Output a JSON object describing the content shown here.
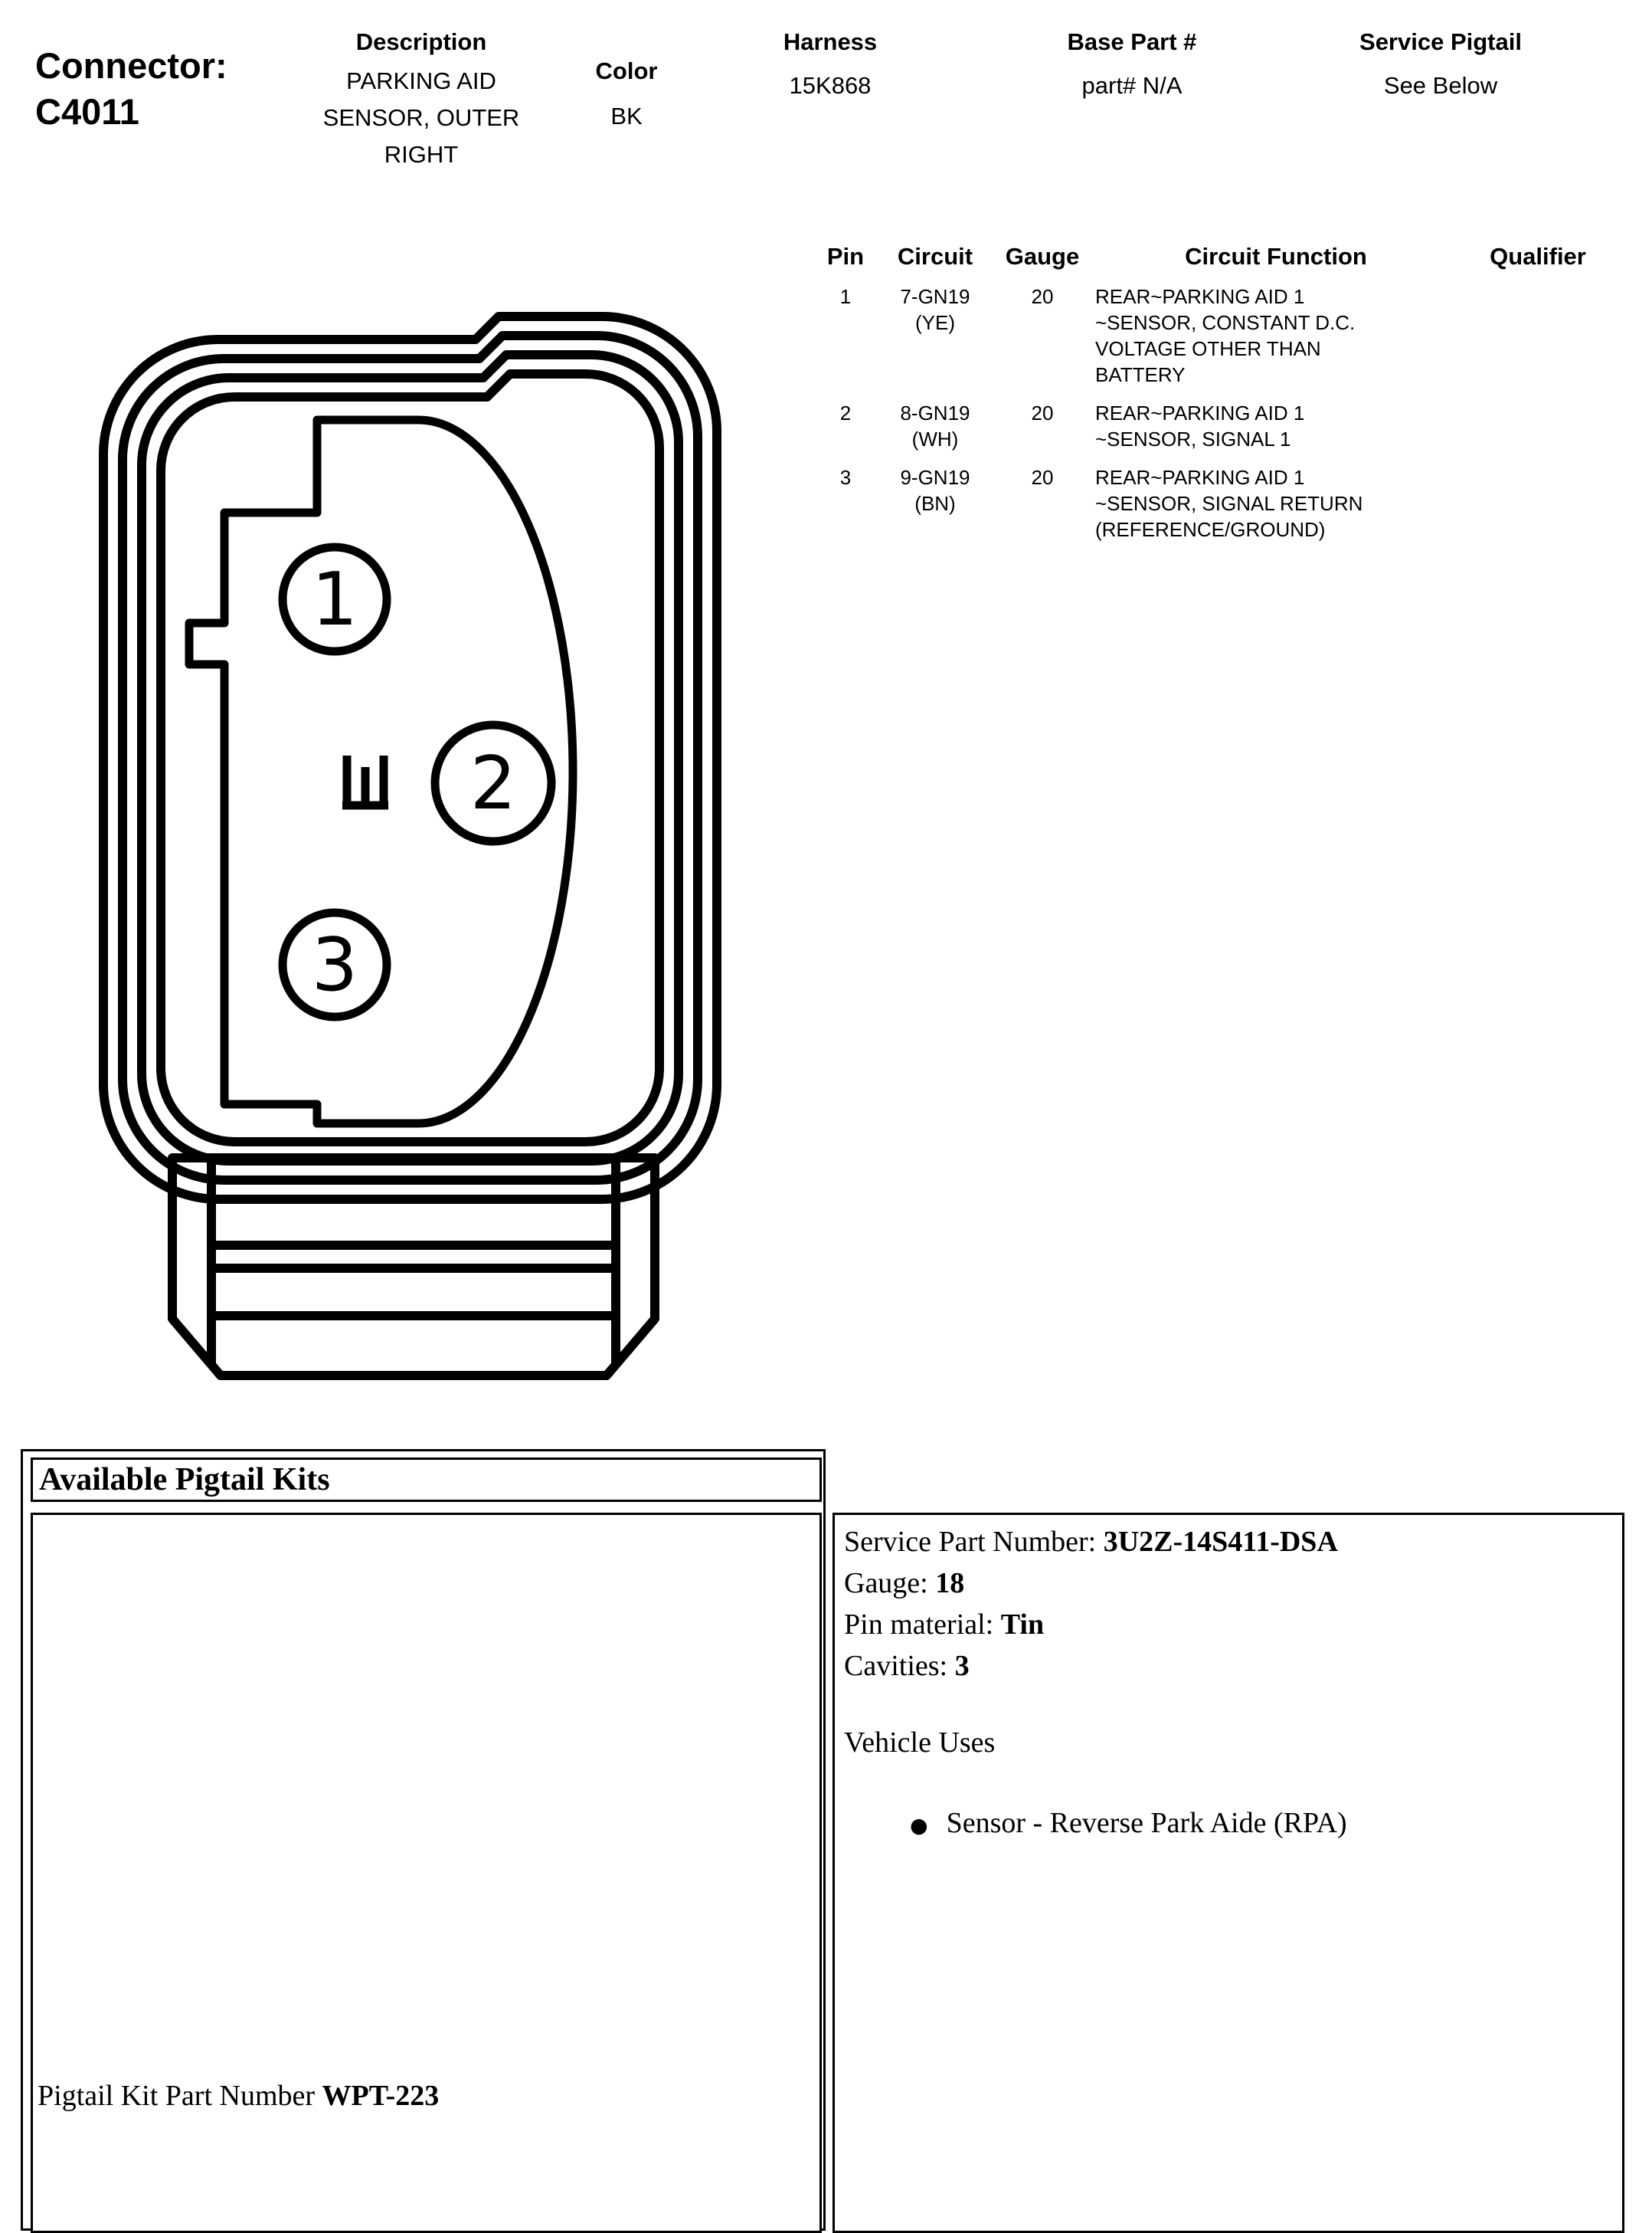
{
  "colors": {
    "ink": "#000000",
    "paper": "#ffffff"
  },
  "header": {
    "connector_label": "Connector:",
    "connector_id": "C4011",
    "description_label": "Description",
    "description_value": "PARKING AID\nSENSOR, OUTER\nRIGHT",
    "color_label": "Color",
    "color_value": "BK",
    "harness_label": "Harness",
    "harness_value": "15K868",
    "base_part_label": "Base Part #",
    "base_part_value": "part# N/A",
    "service_pigtail_label": "Service Pigtail",
    "service_pigtail_value": "See Below"
  },
  "pin_table": {
    "headers": {
      "pin": "Pin",
      "circuit": "Circuit",
      "gauge": "Gauge",
      "function": "Circuit Function",
      "qualifier": "Qualifier"
    },
    "rows": [
      {
        "pin": "1",
        "circuit": "7-GN19\n(YE)",
        "gauge": "20",
        "function": "REAR~PARKING AID 1\n~SENSOR, CONSTANT D.C.\nVOLTAGE OTHER THAN\nBATTERY",
        "qualifier": ""
      },
      {
        "pin": "2",
        "circuit": "8-GN19\n(WH)",
        "gauge": "20",
        "function": "REAR~PARKING AID 1\n~SENSOR, SIGNAL 1",
        "qualifier": ""
      },
      {
        "pin": "3",
        "circuit": "9-GN19\n(BN)",
        "gauge": "20",
        "function": "REAR~PARKING AID 1\n~SENSOR, SIGNAL RETURN\n(REFERENCE/GROUND)",
        "qualifier": ""
      }
    ]
  },
  "diagram": {
    "cavity_labels": [
      "1",
      "2",
      "3"
    ]
  },
  "pigtail": {
    "title": "Available Pigtail Kits",
    "kit_label": "Pigtail Kit Part Number ",
    "kit_number": "WPT-223",
    "service_part_label": "Service Part Number: ",
    "service_part_number": "3U2Z-14S411-DSA",
    "gauge_label": "Gauge: ",
    "gauge_value": "18",
    "pin_material_label": "Pin material: ",
    "pin_material_value": "Tin",
    "cavities_label": "Cavities: ",
    "cavities_value": "3",
    "vehicle_uses_title": "Vehicle Uses",
    "bullet_glyph": "●",
    "vehicle_uses": [
      "Sensor - Reverse Park Aide (RPA)"
    ]
  }
}
